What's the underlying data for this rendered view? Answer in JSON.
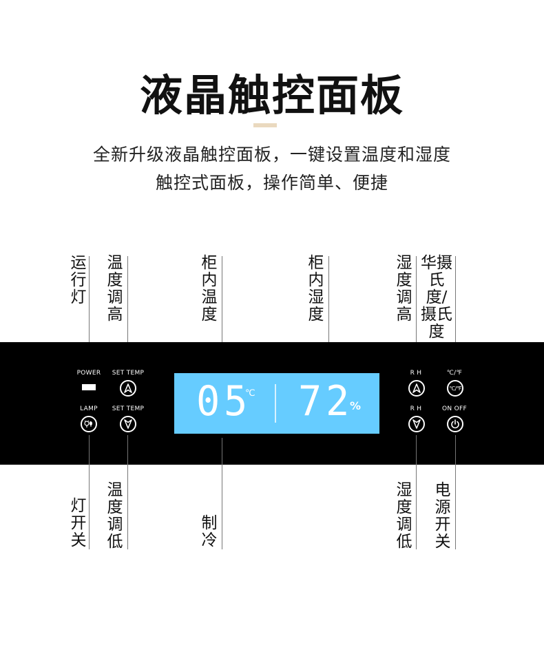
{
  "header": {
    "title": "液晶触控面板",
    "subtitle_line1": "全新升级液晶触控面板，一键设置温度和湿度",
    "subtitle_line2": "触控式面板，操作简单、便捷"
  },
  "callouts_top": {
    "run_light": "运行灯",
    "temp_up": "温度调高",
    "cabinet_temp": "柜内温度",
    "cabinet_humidity": "柜内湿度",
    "humidity_up": "湿度调高",
    "unit_switch": "华摄氏度/摄氏度"
  },
  "callouts_bottom": {
    "lamp_switch": "灯开关",
    "temp_down": "温度调低",
    "cooling": "制冷",
    "humidity_down": "湿度调低",
    "power_switch": "电源开关"
  },
  "panel": {
    "power_label": "POWER",
    "set_temp_label_1": "SET TEMP",
    "set_temp_label_2": "SET TEMP",
    "lamp_label": "LAMP",
    "rh_label_1": "R H",
    "rh_label_2": "R H",
    "unit_label": "℃/℉",
    "unit_button_text": "℃/℉",
    "onoff_label": "ON OFF",
    "display": {
      "temperature": "05",
      "temperature_unit": "℃",
      "humidity": "72",
      "humidity_unit": "%"
    }
  },
  "colors": {
    "panel_bg": "#000000",
    "lcd_bg": "#66ccff",
    "accent_bar": "#ead9bf"
  }
}
